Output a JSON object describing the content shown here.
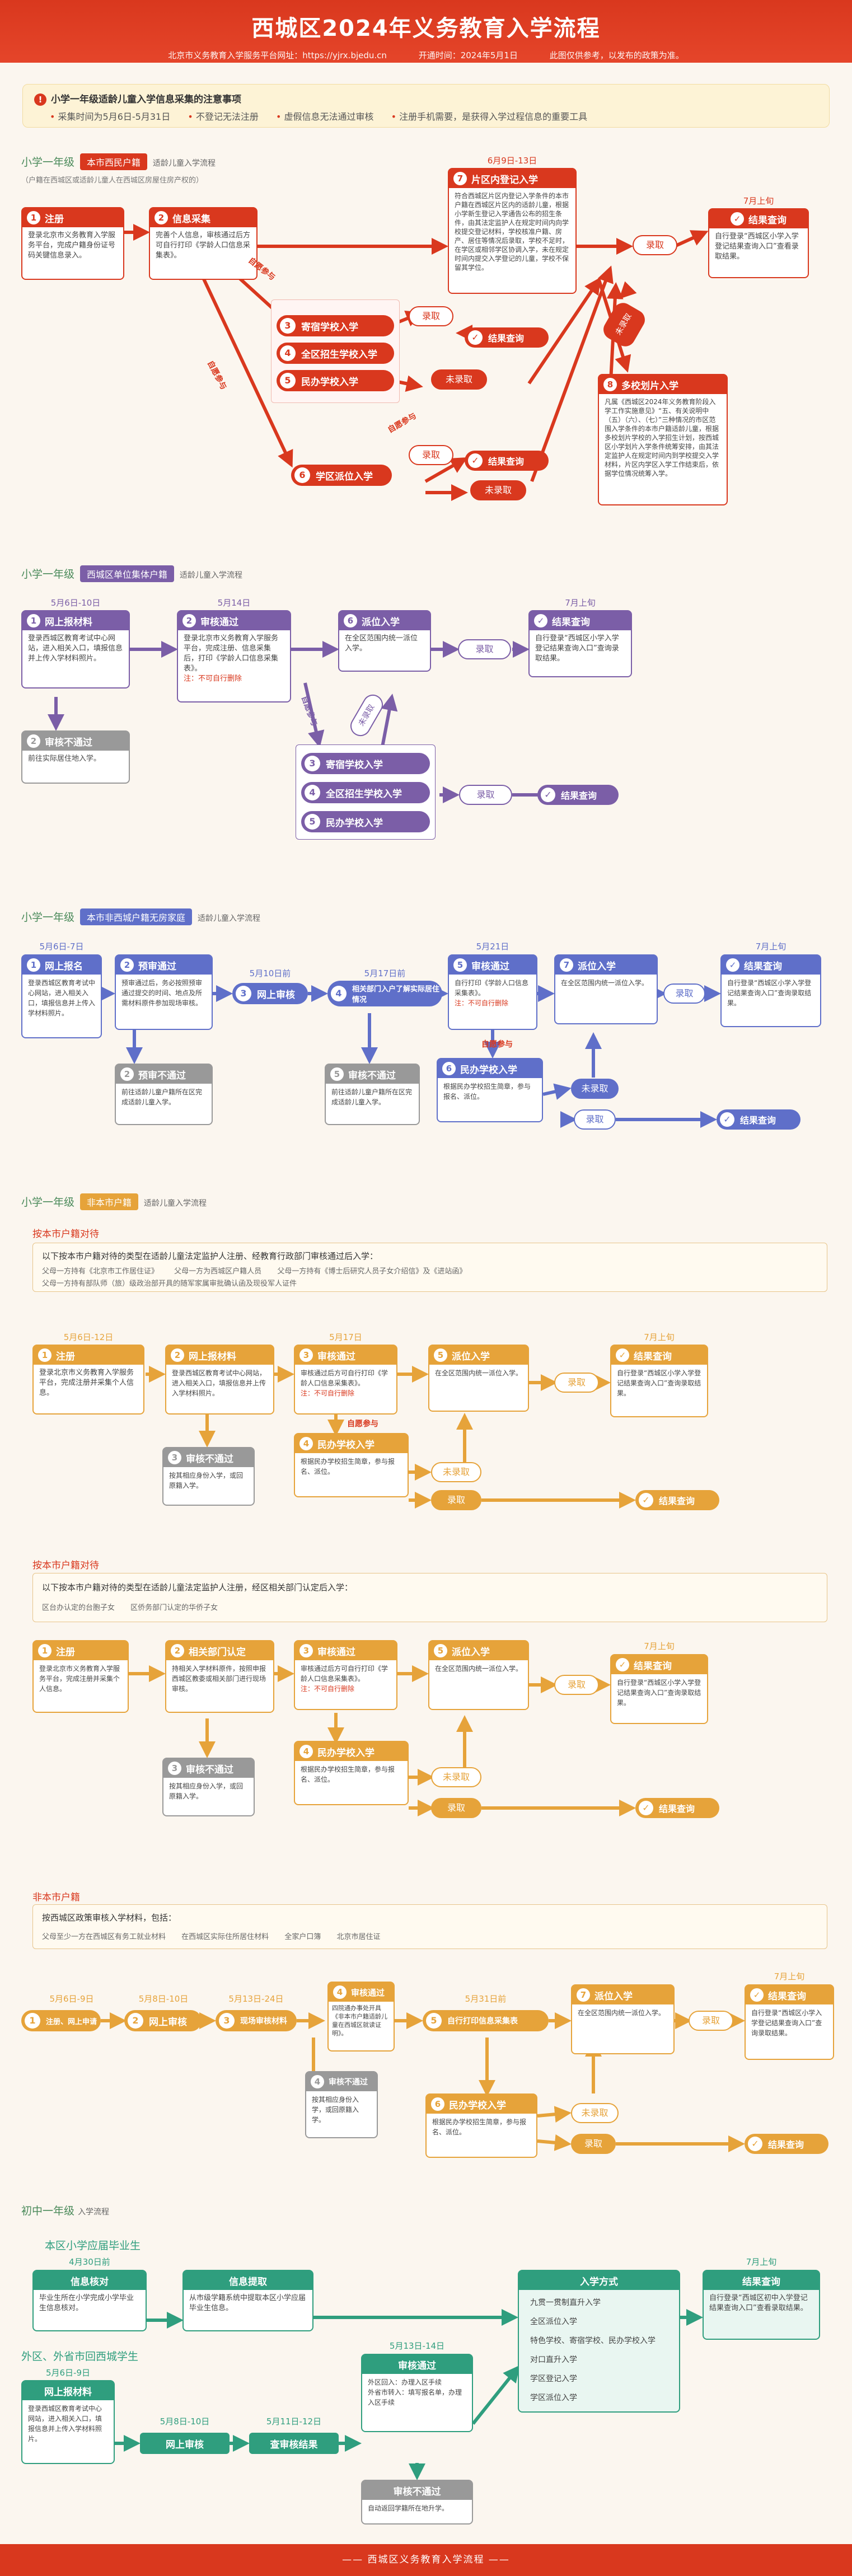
{
  "header": {
    "title": "西城区2024年义务教育入学流程",
    "platform": "北京市义务教育入学服务平台网址：https://yjrx.bjedu.cn",
    "open_time": "开通时间：2024年5月1日",
    "disclaimer": "此图仅供参考，以发布的政策为准。"
  },
  "notice": {
    "title": "小学一年级适龄儿童入学信息采集的注意事项",
    "items": [
      "采集时间为5月6日-5月31日",
      "不登记无法注册",
      "虚假信息无法通过审核",
      "注册手机需要，是获得入学过程信息的重要工具"
    ]
  },
  "s1": {
    "prefix": "小学一年级",
    "pill": "本市西民户籍",
    "suffix": "适龄儿童入学流程",
    "note": "（户籍在西城区或适龄儿童人在西城区房屋住房产权的）",
    "b1": {
      "n": "1",
      "h": "注册",
      "t": "登录北京市义务教育入学服务平台，完成户籍身份证号码关键信息录入。"
    },
    "b2": {
      "n": "2",
      "h": "信息采集",
      "t": "完善个人信息，审核通过后方可自行打印《学龄人口信息采集表》。"
    },
    "date7": "6月9日-13日",
    "b7": {
      "n": "7",
      "h": "片区内登记入学",
      "t": "符合西城区片区内登记入学条件的本市户籍在西城区片区内的适龄儿童，根据小学新生登记入学通告公布的招生条件，由其法定监护人在规定时间内向学校提交登记材料，学校核准户籍、房产、居住等情况后录取，学校不足时，在学区或相邻学区协调入学，未在规定时间内提交入学登记的儿童，学校不保留其学位。"
    },
    "date8": "",
    "b8": {
      "n": "8",
      "h": "多校划片入学",
      "t": "凡属《西城区2024年义务教育阶段入学工作实施意见》“五、有关说明中（五）（六）、（七）”三种情况的市区范围入学条件的本市户籍适龄儿童，根据多校划片学校的入学招生计划，按西城区小学划片入学条件统筹安排，由其法定监护人在规定时间内到学校提交入学材料，片区内学区入学工作结束后，依据学位情况统筹入学。"
    },
    "chip3": {
      "n": "3",
      "t": "寄宿学校入学"
    },
    "chip4": {
      "n": "4",
      "t": "全区招生学校入学"
    },
    "chip5": {
      "n": "5",
      "t": "民办学校入学"
    },
    "chip6": {
      "n": "6",
      "t": "学区派位入学"
    },
    "zy1": "自愿参与",
    "zy2": "自愿参与",
    "zy3": "自愿参与",
    "wl": "未录取",
    "lq1": "录取",
    "lq2": "录取",
    "lq3": "录取",
    "wlq1": "未录取",
    "wlq2": "未录取",
    "res1": "结果查询",
    "res2": "结果查询",
    "res3": "结果查询",
    "date_top": "7月上旬",
    "b_res": {
      "h": "结果查询",
      "t": "自行登录“西城区小学入学登记结果查询入口”查看录取结果。"
    }
  },
  "s2": {
    "prefix": "小学一年级",
    "pill": "西城区单位集体户籍",
    "suffix": "适龄儿童入学流程",
    "d1": "5月6日-10日",
    "b1": {
      "n": "1",
      "h": "网上报材料",
      "t": "登录西城区教育考试中心网站，进入相关入口，填报信息并上传入学材料照片。"
    },
    "d2": "5月14日",
    "b2": {
      "n": "2",
      "h": "审核通过",
      "t": "登录北京市义务教育入学服务平台，完成注册、信息采集后，打印《学龄人口信息采集表》。",
      "w": "注：不可自行删除"
    },
    "b2b": {
      "n": "2",
      "h": "审核不通过",
      "t": "前往实际居住地入学。"
    },
    "b6": {
      "n": "6",
      "h": "派位入学",
      "t": "在全区范围内统一派位入学。"
    },
    "d7": "7月上旬",
    "b7": {
      "h": "结果查询",
      "t": "自行登录“西城区小学入学登记结果查询入口”查询录取结果。"
    },
    "c3": {
      "n": "3",
      "t": "寄宿学校入学"
    },
    "c4": {
      "n": "4",
      "t": "全区招生学校入学"
    },
    "c5": {
      "n": "5",
      "t": "民办学校入学"
    },
    "zy": "自愿参与",
    "wl": "未录取",
    "lq1": "录取",
    "lq2": "录取",
    "res": "结果查询"
  },
  "s3": {
    "prefix": "小学一年级",
    "pill": "本市非西城户籍无房家庭",
    "suffix": "适龄儿童入学流程",
    "d1": "5月6日-7日",
    "b1": {
      "n": "1",
      "h": "网上报名",
      "t": "登录西城区教育考试中心网站，进入相关入口，填报信息并上传入学材料照片。"
    },
    "b2": {
      "n": "2",
      "h": "预审通过",
      "t": "预审通过后，务必按照预审通过提交的时间、地点及所需材料原件参加现场审核。"
    },
    "b2b": {
      "n": "2",
      "h": "预审不通过",
      "t": "前往适龄儿童户籍所在区完成适龄儿童入学。"
    },
    "d3": "5月10日前",
    "c3": {
      "n": "3",
      "t": "网上审核"
    },
    "d4": "5月17日前",
    "c4": {
      "n": "4",
      "t": "相关部门入户了解实际居住情况"
    },
    "d5": "5月21日",
    "b5": {
      "n": "5",
      "h": "审核通过",
      "t": "自行打印《学龄人口信息采集表》。",
      "w": "注：不可自行删除"
    },
    "b5b": {
      "n": "5",
      "h": "审核不通过",
      "t": "前往适龄儿童户籍所在区完成适龄儿童入学。"
    },
    "b6": {
      "n": "6",
      "h": "民办学校入学",
      "t": "根据民办学校招生简章，参与报名、派位。"
    },
    "b7": {
      "n": "7",
      "h": "派位入学",
      "t": "在全区范围内统一派位入学。"
    },
    "d8": "7月上旬",
    "b8": {
      "h": "结果查询",
      "t": "自行登录“西城区小学入学登记结果查询入口”查询录取结果。"
    },
    "zy": "自愿参与",
    "wlq": "未录取",
    "lq": "录取",
    "lq2": "录取",
    "res": "结果查询"
  },
  "s4": {
    "prefix": "小学一年级",
    "pill": "非本市户籍",
    "suffix": "适龄儿童入学流程",
    "p1": {
      "title": "按本市户籍对待",
      "desc": "以下按本市户籍对待的类型在适龄儿童法定监护人注册、经教育行政部门审核通过后入学：",
      "items": [
        "父母一方持有《北京市工作居住证》",
        "父母一方为西城区户籍人员",
        "父母一方持有《博士后研究人员子女介绍信》及《进站函》",
        "父母一方持有部队师（旅）级政治部开具的随军家属审批确认函及现役军人证件"
      ]
    },
    "r1": {
      "d1": "5月6日-12日",
      "b1": {
        "n": "1",
        "h": "注册",
        "t": "登录北京市义务教育入学服务平台，完成注册并采集个人信息。"
      },
      "d2": "",
      "b2": {
        "n": "2",
        "h": "网上报材料",
        "t": "登录西城区教育考试中心网站，进入相关入口，填报信息并上传入学材料照片。"
      },
      "d3": "5月17日",
      "b3": {
        "n": "3",
        "h": "审核通过",
        "t": "审核通过后方可自行打印《学龄人口信息采集表》。",
        "w": "注：不可自行删除"
      },
      "b3b": {
        "n": "3",
        "h": "审核不通过",
        "t": "按其相应身份入学，或回原籍入学。"
      },
      "b4": {
        "n": "4",
        "h": "民办学校入学",
        "t": "根据民办学校招生简章，参与报名、派位。"
      },
      "b5": {
        "n": "5",
        "h": "派位入学",
        "t": "在全区范围内统一派位入学。"
      },
      "d6": "7月上旬",
      "b6": {
        "h": "结果查询",
        "t": "自行登录“西城区小学入学登记结果查询入口”查询录取结果。"
      },
      "zy": "自愿参与",
      "wlq": "未录取",
      "lq": "录取",
      "lq2": "录取",
      "res": "结果查询"
    },
    "p2": {
      "title": "按本市户籍对待",
      "desc": "以下按本市户籍对待的类型在适龄儿童法定监护人注册，经区相关部门认定后入学：",
      "items": [
        "区台办认定的台胞子女",
        "区侨务部门认定的华侨子女"
      ]
    },
    "r2": {
      "b1": {
        "n": "1",
        "h": "注册",
        "t": "登录北京市义务教育入学服务平台，完成注册并采集个人信息。"
      },
      "b2": {
        "n": "2",
        "h": "相关部门认定",
        "t": "持相关入学材料原件，按照申报西城区教委或相关部门进行现场审核。"
      },
      "b3": {
        "n": "3",
        "h": "审核通过",
        "t": "审核通过后方可自行打印《学龄人口信息采集表》。",
        "w": "注：不可自行删除"
      },
      "b3b": {
        "n": "3",
        "h": "审核不通过",
        "t": "按其相应身份入学，或回原籍入学。"
      },
      "b4": {
        "n": "4",
        "h": "民办学校入学",
        "t": "根据民办学校招生简章，参与报名、派位。"
      },
      "b5": {
        "n": "5",
        "h": "派位入学",
        "t": "在全区范围内统一派位入学。"
      },
      "d6": "7月上旬",
      "b6": {
        "h": "结果查询",
        "t": "自行登录“西城区小学入学登记结果查询入口”查询录取结果。"
      },
      "wlq": "未录取",
      "lq": "录取",
      "lq2": "录取",
      "res": "结果查询"
    },
    "p3": {
      "title": "非本市户籍",
      "desc": "按西城区政策审核入学材料，包括：",
      "items": [
        "父母至少一方在西城区有务工就业材料",
        "在西城区实际住所居住材料",
        "全家户口簿",
        "北京市居住证"
      ]
    },
    "r3": {
      "d1": "5月6日-9日",
      "c1": {
        "n": "1",
        "t": "注册、网上申请"
      },
      "d2": "5月8日-10日",
      "c2": {
        "n": "2",
        "t": "网上审核"
      },
      "d3": "5月13日-24日",
      "c3": {
        "n": "3",
        "t": "现场审核材料"
      },
      "b4": {
        "n": "4",
        "h": "审核通过",
        "t": "四院通办事处开具《非本市户籍适龄儿童在西城区就读证明》。"
      },
      "b4b": {
        "n": "4",
        "h": "审核不通过",
        "t": "按其相应身份入学，或回原籍入学。"
      },
      "d5": "5月31日前",
      "c5": {
        "n": "5",
        "t": "自行打印信息采集表"
      },
      "b6": {
        "n": "6",
        "h": "民办学校入学",
        "t": "根据民办学校招生简章，参与报名、派位。"
      },
      "b7": {
        "n": "7",
        "h": "派位入学",
        "t": "在全区范围内统一派位入学。"
      },
      "d8": "7月上旬",
      "b8": {
        "h": "结果查询",
        "t": "自行登录“西城区小学入学登记结果查询入口”查询录取结果。"
      },
      "wlq": "未录取",
      "lq": "录取",
      "res": "结果查询"
    }
  },
  "s5": {
    "prefix": "初中一年级",
    "suffix": "入学流程",
    "g1": "本区小学应届毕业生",
    "d1": "4月30日前",
    "b1": {
      "h": "信息核对",
      "t": "毕业生所在小学完成小学毕业生信息核对。"
    },
    "b2": {
      "h": "信息提取",
      "t": "从市级学籍系统中提取本区小学应届毕业生信息。"
    },
    "g2": "外区、外省市回西城学生",
    "d3": "5月6日-9日",
    "b3": {
      "h": "网上报材料",
      "t": "登录西城区教育考试中心网站，进入相关入口，填报信息并上传入学材料照片。"
    },
    "d4": "5月8日-10日",
    "c4": {
      "t": "网上审核"
    },
    "d5": "5月11日-12日",
    "c5": {
      "t": "查审核结果"
    },
    "d6": "5月13日-14日",
    "b6": {
      "h": "审核通过",
      "items": [
        "外区回入：办理入区手续",
        "外省市转入：填写报名单，办理入区手续"
      ]
    },
    "b6b": {
      "h": "审核不通过",
      "t": "自动返回学籍所在地升学。"
    },
    "b7": {
      "h": "入学方式",
      "items": [
        "九贯一贯制直升入学",
        "全区派位入学",
        "特色学校、寄宿学校、民办学校入学",
        "对口直升入学",
        "学区登记入学",
        "学区派位入学"
      ]
    },
    "d8": "7月上旬",
    "b8": {
      "h": "结果查询",
      "t": "自行登录“西城区初中入学登记结果查询入口”查看录取结果。"
    }
  },
  "footer": "—— 西城区义务教育入学流程 ——",
  "colors": {
    "red": "#d9381e",
    "purple": "#7b5ea7",
    "blue": "#5f6fc9",
    "orange": "#e6a33a",
    "green": "#2f9e7e"
  }
}
